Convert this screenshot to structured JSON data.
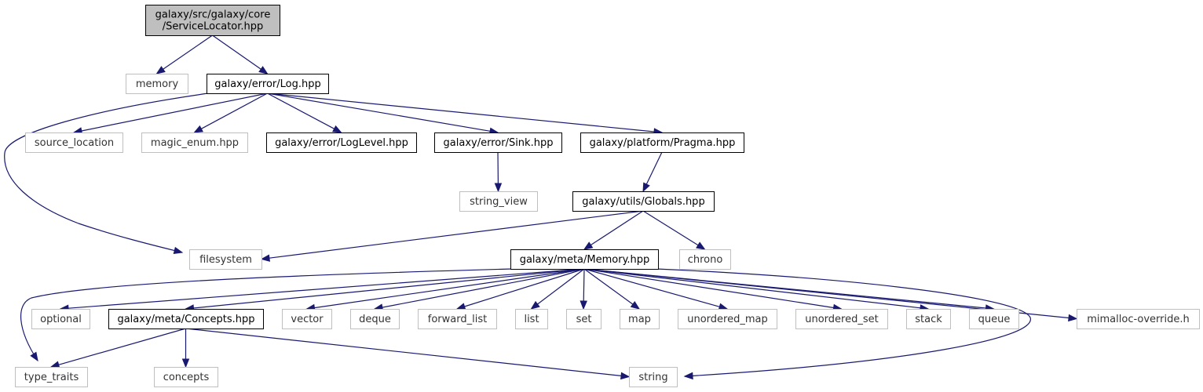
{
  "diagram": {
    "nodes": {
      "root": {
        "lines": [
          "galaxy/src/galaxy/core",
          "/ServiceLocator.hpp"
        ],
        "kind": "root"
      },
      "memory": {
        "lines": [
          "memory"
        ],
        "kind": "external"
      },
      "log": {
        "lines": [
          "galaxy/error/Log.hpp"
        ],
        "kind": "internal"
      },
      "source_location": {
        "lines": [
          "source_location"
        ],
        "kind": "external"
      },
      "magic_enum": {
        "lines": [
          "magic_enum.hpp"
        ],
        "kind": "external"
      },
      "loglevel": {
        "lines": [
          "galaxy/error/LogLevel.hpp"
        ],
        "kind": "internal"
      },
      "sink": {
        "lines": [
          "galaxy/error/Sink.hpp"
        ],
        "kind": "internal"
      },
      "pragma": {
        "lines": [
          "galaxy/platform/Pragma.hpp"
        ],
        "kind": "internal"
      },
      "string_view": {
        "lines": [
          "string_view"
        ],
        "kind": "external"
      },
      "globals": {
        "lines": [
          "galaxy/utils/Globals.hpp"
        ],
        "kind": "internal"
      },
      "filesystem": {
        "lines": [
          "filesystem"
        ],
        "kind": "external"
      },
      "chrono": {
        "lines": [
          "chrono"
        ],
        "kind": "external"
      },
      "meta_memory": {
        "lines": [
          "galaxy/meta/Memory.hpp"
        ],
        "kind": "internal"
      },
      "optional": {
        "lines": [
          "optional"
        ],
        "kind": "external"
      },
      "concepts_hpp": {
        "lines": [
          "galaxy/meta/Concepts.hpp"
        ],
        "kind": "internal"
      },
      "vector": {
        "lines": [
          "vector"
        ],
        "kind": "external"
      },
      "deque": {
        "lines": [
          "deque"
        ],
        "kind": "external"
      },
      "forward_list": {
        "lines": [
          "forward_list"
        ],
        "kind": "external"
      },
      "list": {
        "lines": [
          "list"
        ],
        "kind": "external"
      },
      "set": {
        "lines": [
          "set"
        ],
        "kind": "external"
      },
      "map": {
        "lines": [
          "map"
        ],
        "kind": "external"
      },
      "unordered_map": {
        "lines": [
          "unordered_map"
        ],
        "kind": "external"
      },
      "unordered_set": {
        "lines": [
          "unordered_set"
        ],
        "kind": "external"
      },
      "stack": {
        "lines": [
          "stack"
        ],
        "kind": "external"
      },
      "queue": {
        "lines": [
          "queue"
        ],
        "kind": "external"
      },
      "mimalloc": {
        "lines": [
          "mimalloc-override.h"
        ],
        "kind": "external"
      },
      "type_traits": {
        "lines": [
          "type_traits"
        ],
        "kind": "external"
      },
      "concepts": {
        "lines": [
          "concepts"
        ],
        "kind": "external"
      },
      "string": {
        "lines": [
          "string"
        ],
        "kind": "external"
      }
    },
    "edges": [
      {
        "from": "root",
        "to": "memory"
      },
      {
        "from": "root",
        "to": "log"
      },
      {
        "from": "log",
        "to": "filesystem"
      },
      {
        "from": "log",
        "to": "source_location"
      },
      {
        "from": "log",
        "to": "magic_enum"
      },
      {
        "from": "log",
        "to": "loglevel"
      },
      {
        "from": "log",
        "to": "sink"
      },
      {
        "from": "log",
        "to": "pragma"
      },
      {
        "from": "sink",
        "to": "string_view"
      },
      {
        "from": "pragma",
        "to": "globals"
      },
      {
        "from": "globals",
        "to": "filesystem"
      },
      {
        "from": "globals",
        "to": "meta_memory"
      },
      {
        "from": "globals",
        "to": "chrono"
      },
      {
        "from": "meta_memory",
        "to": "type_traits"
      },
      {
        "from": "meta_memory",
        "to": "optional"
      },
      {
        "from": "meta_memory",
        "to": "concepts_hpp"
      },
      {
        "from": "meta_memory",
        "to": "vector"
      },
      {
        "from": "meta_memory",
        "to": "deque"
      },
      {
        "from": "meta_memory",
        "to": "forward_list"
      },
      {
        "from": "meta_memory",
        "to": "list"
      },
      {
        "from": "meta_memory",
        "to": "set"
      },
      {
        "from": "meta_memory",
        "to": "map"
      },
      {
        "from": "meta_memory",
        "to": "unordered_map"
      },
      {
        "from": "meta_memory",
        "to": "unordered_set"
      },
      {
        "from": "meta_memory",
        "to": "stack"
      },
      {
        "from": "meta_memory",
        "to": "queue"
      },
      {
        "from": "meta_memory",
        "to": "mimalloc"
      },
      {
        "from": "meta_memory",
        "to": "string"
      },
      {
        "from": "concepts_hpp",
        "to": "type_traits"
      },
      {
        "from": "concepts_hpp",
        "to": "concepts"
      },
      {
        "from": "concepts_hpp",
        "to": "string"
      }
    ]
  },
  "colors": {
    "edge": "#191970",
    "internal_border": "#000000",
    "external_border": "#bfbfbf",
    "root_fill": "#bfbfbf"
  }
}
